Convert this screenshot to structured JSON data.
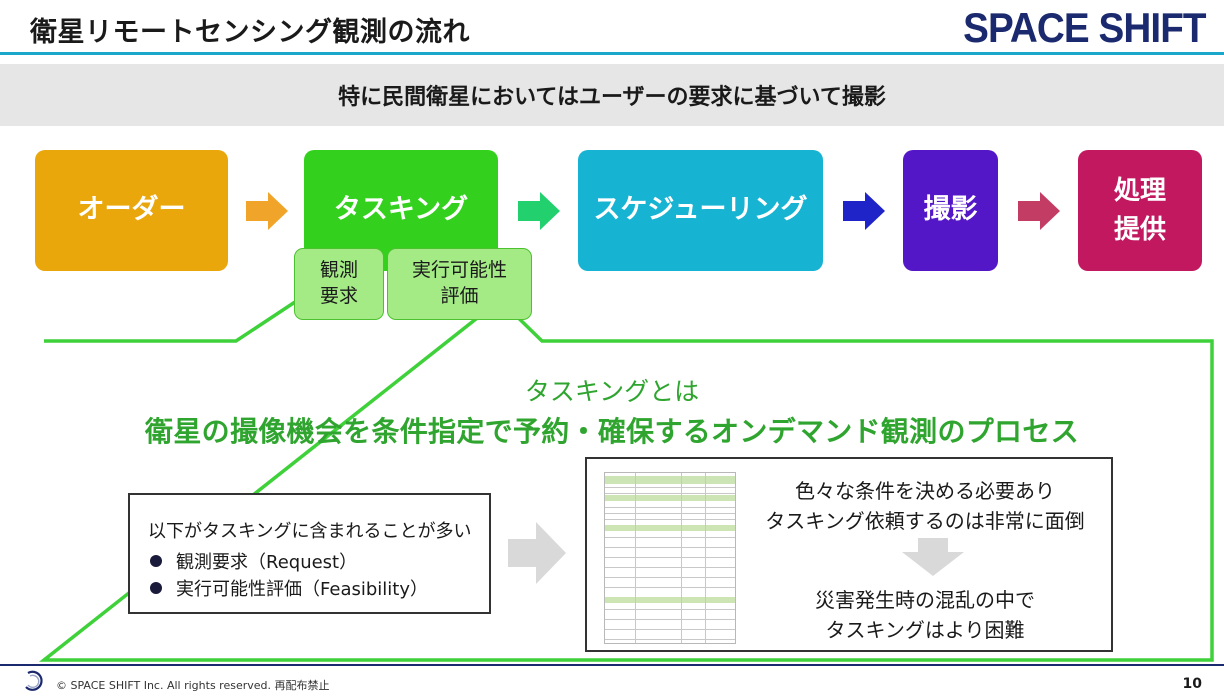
{
  "header": {
    "title": "衛星リモートセンシング観測の流れ",
    "logo": "SPACE SHIFT"
  },
  "banner": "特に民間衛星においてはユーザーの要求に基づいて撮影",
  "flow": {
    "steps": [
      {
        "label": "オーダー",
        "color": "#e9a70c"
      },
      {
        "label": "タスキング",
        "color": "#33d11d"
      },
      {
        "label": "スケジューリング",
        "color": "#17b3d2"
      },
      {
        "label": "撮影",
        "color": "#5317c7"
      },
      {
        "label": "処理\n提供",
        "color": "#c21860"
      }
    ],
    "arrow_colors": [
      "#f0a52a",
      "#22d16e",
      "#1f24c8",
      "#c23c63"
    ],
    "substeps": [
      "観測\n要求",
      "実行可能性\n評価"
    ]
  },
  "definition": {
    "subtitle": "タスキングとは",
    "main": "衛星の撮像機会を条件指定で予約・確保するオンデマンド観測のプロセス"
  },
  "list": {
    "intro": "以下がタスキングに含まれることが多い",
    "items": [
      "観測要求（Request）",
      "実行可能性評価（Feasibility）"
    ]
  },
  "notes": {
    "note1": "色々な条件を決める必要あり\nタスキング依頼するのは非常に面倒",
    "note2": "災害発生時の混乱の中で\nタスキングはより困難"
  },
  "footer": {
    "copyright": "© SPACE SHIFT Inc. All rights reserved. 再配布禁止",
    "page": "10"
  },
  "colors": {
    "accent_rule": "#1aa7c9",
    "callout_green": "#3fd13a",
    "definition_green": "#2fa52f",
    "navy": "#1b2a6e"
  }
}
